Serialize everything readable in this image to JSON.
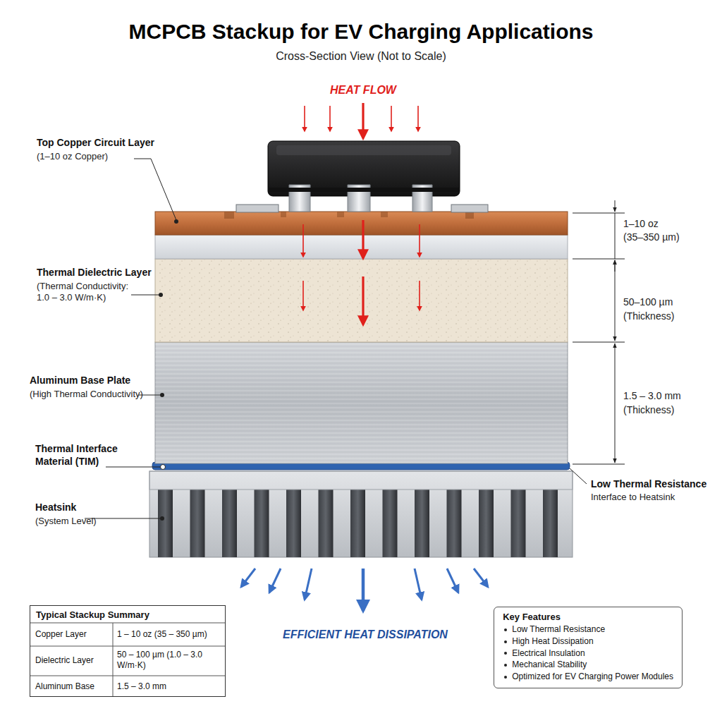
{
  "diagram": {
    "title": "MCPCB Stackup for EV Charging Applications",
    "nodes": [
      {
        "text": [
          "Typical Stackup Summary"
        ]
      },
      {
        "text": [
          "Key Features",
          "Low Thermal Resistance",
          "High Heat Dissipation",
          "Electrical Insulation",
          "Mechanical Stability",
          "Optimized for EV Charging Power Modules"
        ]
      }
    ],
    "labels": [
      "Cross-Section View (Not to Scale)",
      "HEAT FLOW",
      "Top Copper Circuit Layer",
      "(1–10 oz Copper)",
      "Thermal Dielectric Layer",
      "(Thermal Conductivity: 1.0 – 3.0 W/m·K)",
      "Aluminum Base Plate",
      "(High Thermal Conductivity)",
      "Thermal Interface Material (TIM)",
      "Heatsink",
      "(System Level)",
      "1–10 oz",
      "(35–350 µm)",
      "50–100 µm",
      "(Thickness)",
      "1.5 – 3.0 mm",
      "(Thickness)",
      "Low Thermal Resistance",
      "Interface to Heatsink",
      "EFFICIENT HEAT DISSIPATION",
      "Copper Layer",
      "1 – 10 oz (35 – 350 µm)",
      "Dielectric Layer",
      "50 – 100 µm (1.0 – 3.0 W/m·K)",
      "Aluminum Base",
      "1.5 – 3.0 mm"
    ]
  }
}
